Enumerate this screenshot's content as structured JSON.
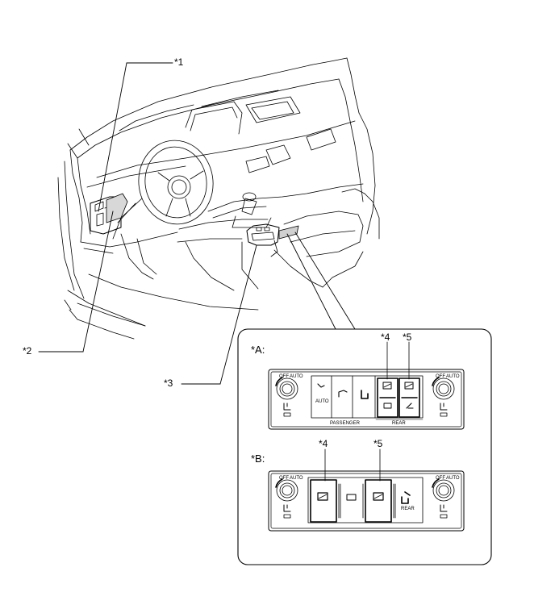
{
  "callouts": {
    "c1": "*1",
    "c2": "*2",
    "c3": "*3"
  },
  "panel_a": {
    "label": "*A:",
    "c4": "*4",
    "c5": "*5",
    "knob_off": "OFF",
    "knob_auto": "AUTO",
    "auto_text": "AUTO",
    "passenger_text": "PASSENGER",
    "rear_text": "REAR"
  },
  "panel_b": {
    "label": "*B:",
    "c4": "*4",
    "c5": "*5",
    "knob_off": "OFF",
    "knob_auto": "AUTO",
    "rear_text": "REAR"
  }
}
